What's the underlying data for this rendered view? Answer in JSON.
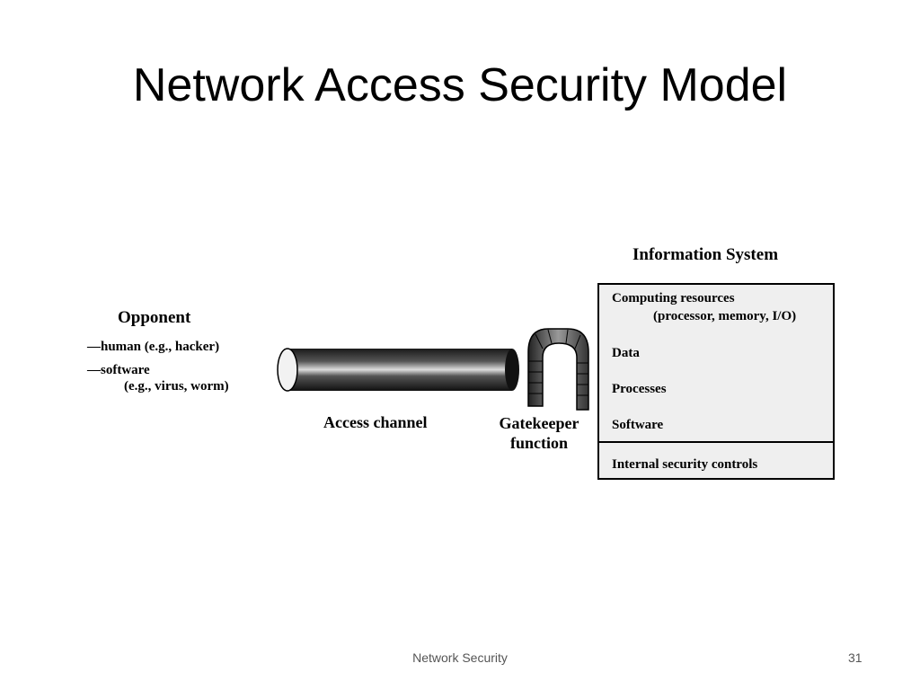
{
  "slide": {
    "title": "Network Access Security Model"
  },
  "opponent": {
    "title": "Opponent",
    "line1": "—human (e.g., hacker)",
    "line2": "—software",
    "line3": "(e.g., virus, worm)"
  },
  "channel": {
    "label": "Access channel"
  },
  "gatekeeper": {
    "line1": "Gatekeeper",
    "line2": "function"
  },
  "info_system": {
    "title": "Information System",
    "items": [
      "Computing resources",
      "(processor, memory, I/O)",
      "Data",
      "Processes",
      "Software"
    ],
    "controls": "Internal security controls"
  },
  "footer": {
    "center": "Network Security",
    "page_number": "31"
  }
}
